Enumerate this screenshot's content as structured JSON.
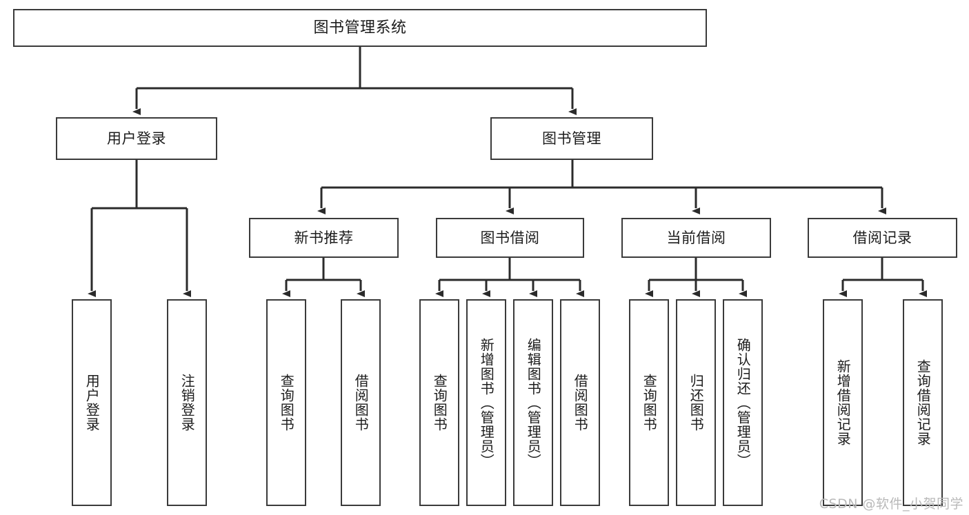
{
  "diagram": {
    "title": "图书管理系统",
    "type": "hierarchy-tree",
    "watermark": "CSDN @软件_小贺同学",
    "colors": {
      "box_border": "#3a3a3a",
      "box_fill": "#ffffff",
      "connector": "#2b2b2b",
      "text": "#1c1c1c",
      "watermark": "#b9b9b9"
    },
    "levels": {
      "root": {
        "label": "图书管理系统"
      },
      "level2": [
        {
          "id": "user-login",
          "label": "用户登录"
        },
        {
          "id": "book-management",
          "label": "图书管理"
        }
      ],
      "level3": [
        {
          "id": "new-book-recommend",
          "label": "新书推荐",
          "parent": "book-management"
        },
        {
          "id": "book-borrow",
          "label": "图书借阅",
          "parent": "book-management"
        },
        {
          "id": "current-borrow",
          "label": "当前借阅",
          "parent": "book-management"
        },
        {
          "id": "borrow-record",
          "label": "借阅记录",
          "parent": "book-management"
        }
      ],
      "leaves": [
        {
          "id": "leaf-user-login",
          "label": "用户登录",
          "parent": "user-login"
        },
        {
          "id": "leaf-logout-login",
          "label": "注销登录",
          "parent": "user-login"
        },
        {
          "id": "leaf-query-book-1",
          "label": "查询图书",
          "parent": "new-book-recommend"
        },
        {
          "id": "leaf-borrow-book-1",
          "label": "借阅图书",
          "parent": "new-book-recommend"
        },
        {
          "id": "leaf-query-book-2",
          "label": "查询图书",
          "parent": "book-borrow"
        },
        {
          "id": "leaf-add-book",
          "label": "新增图书（管理员）",
          "parent": "book-borrow"
        },
        {
          "id": "leaf-edit-book",
          "label": "编辑图书（管理员）",
          "parent": "book-borrow"
        },
        {
          "id": "leaf-borrow-book-2",
          "label": "借阅图书",
          "parent": "book-borrow"
        },
        {
          "id": "leaf-query-book-3",
          "label": "查询图书",
          "parent": "current-borrow"
        },
        {
          "id": "leaf-return-book",
          "label": "归还图书",
          "parent": "current-borrow"
        },
        {
          "id": "leaf-confirm-return",
          "label": "确认归还（管理员）",
          "parent": "current-borrow"
        },
        {
          "id": "leaf-add-record",
          "label": "新增借阅记录",
          "parent": "borrow-record"
        },
        {
          "id": "leaf-query-record",
          "label": "查询借阅记录",
          "parent": "borrow-record"
        }
      ]
    }
  }
}
